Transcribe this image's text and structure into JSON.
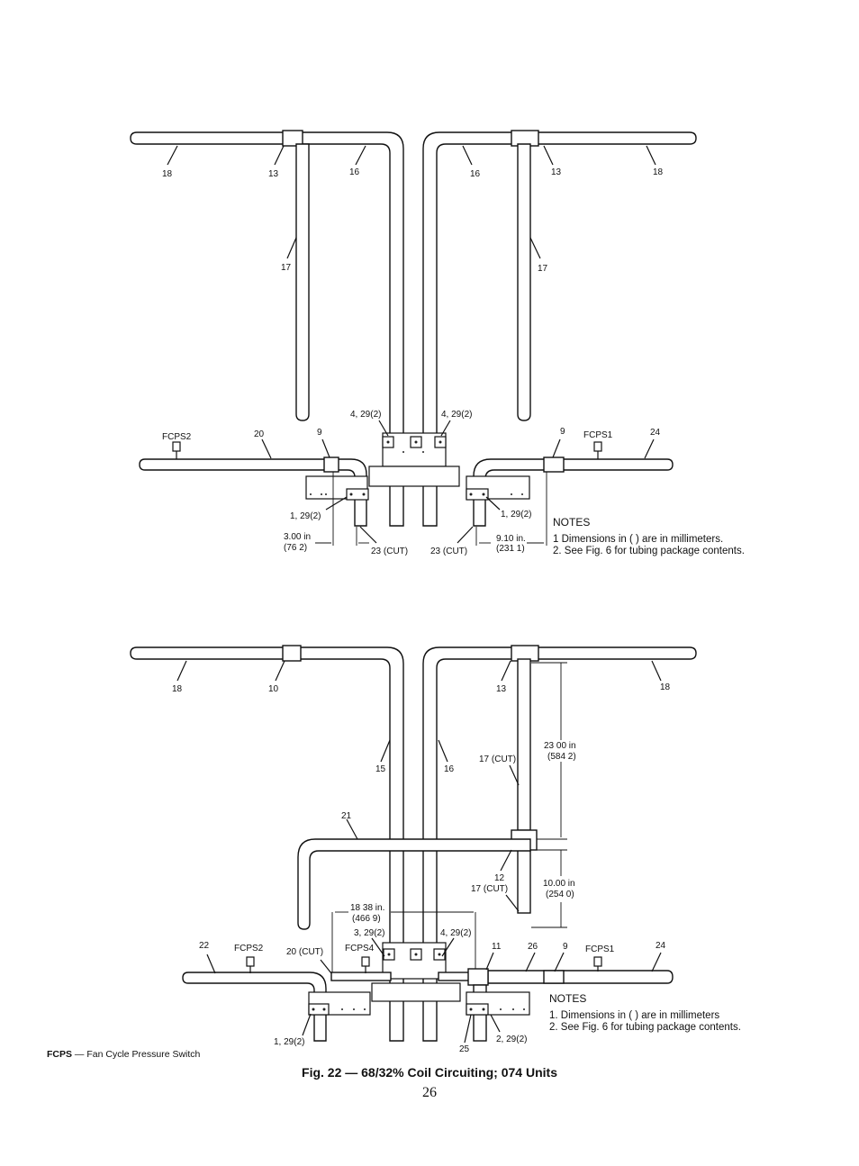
{
  "top": {
    "labels": {
      "l18a": "18",
      "l13a": "13",
      "l16a": "16",
      "l16b": "16",
      "l13b": "13",
      "l18b": "18",
      "l17a": "17",
      "l17b": "17",
      "l4a": "4, 29(2)",
      "l4b": "4, 29(2)",
      "fcps2": "FCPS2",
      "l20": "20",
      "l9a": "9",
      "l9b": "9",
      "fcps1": "FCPS1",
      "l24": "24",
      "l1a": "1, 29(2)",
      "l1b": "1, 29(2)",
      "dim_a1": "3.00 in",
      "dim_a2": "(76 2)",
      "l23a": "23 (CUT)",
      "l23b": "23 (CUT)",
      "dim_b1": "9.10 in.",
      "dim_b2": "(231 1)"
    },
    "notes": {
      "title": "NOTES",
      "n1": "1  Dimensions in (    ) are in millimeters.",
      "n2": "2.  See Fig. 6 for tubing package contents."
    }
  },
  "bottom": {
    "labels": {
      "l18a": "18",
      "l10": "10",
      "l13": "13",
      "l18b": "18",
      "l15": "15",
      "l16": "16",
      "l17cut": "17 (CUT)",
      "dim_c1": "23 00 in",
      "dim_c2": "(584 2)",
      "l21": "21",
      "l12": "12",
      "l17cut2": "17 (CUT)",
      "dim_d1": "10.00 in",
      "dim_d2": "(254 0)",
      "dim_e1": "18 38 in.",
      "dim_e2": "(466 9)",
      "l3": "3, 29(2)",
      "l4": "4, 29(2)",
      "l22": "22",
      "fcps2": "FCPS2",
      "l20cut": "20 (CUT)",
      "fcps4": "FCPS4",
      "l11": "11",
      "l26": "26",
      "l9": "9",
      "fcps1": "FCPS1",
      "l24": "24",
      "l1": "1, 29(2)",
      "l25": "25",
      "l2": "2, 29(2)"
    },
    "notes": {
      "title": "NOTES",
      "n1": "1.  Dimensions in (    ) are in millimeters",
      "n2": "2.  See Fig. 6 for tubing package contents."
    }
  },
  "legend": {
    "abbr": "FCPS",
    "text": " —  Fan Cycle Pressure Switch"
  },
  "caption": "Fig. 22 — 68/32% Coil Circuiting; 074 Units",
  "page_number": "26"
}
